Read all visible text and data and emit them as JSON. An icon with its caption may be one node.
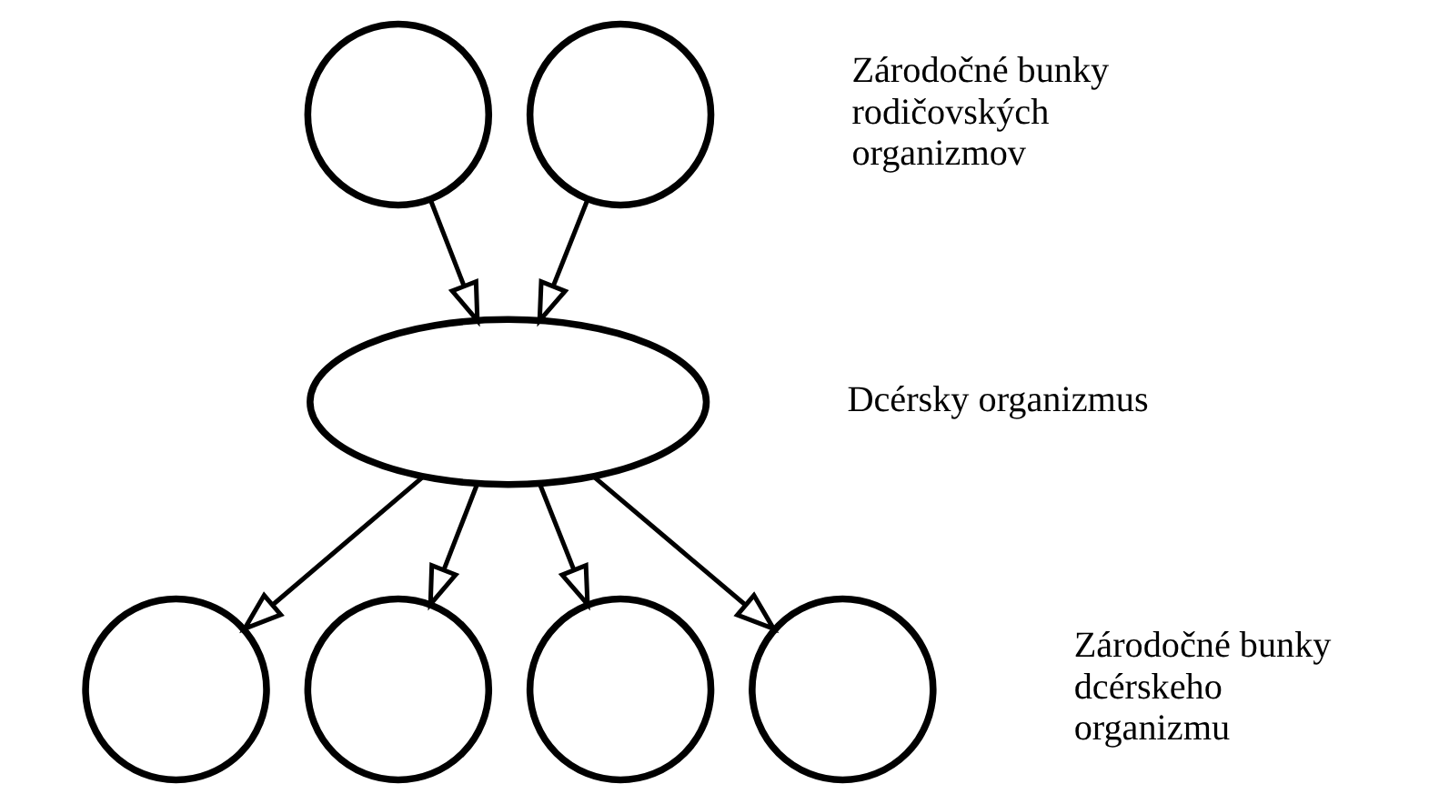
{
  "diagram": {
    "nodes": [
      {
        "text": [],
        "shape": "circle"
      },
      {
        "text": [],
        "shape": "circle"
      },
      {
        "text": [],
        "shape": "ellipse"
      },
      {
        "text": [],
        "shape": "circle"
      },
      {
        "text": [],
        "shape": "circle"
      },
      {
        "text": [],
        "shape": "circle"
      },
      {
        "text": [],
        "shape": "circle"
      }
    ],
    "edges": [
      {
        "from": 0,
        "to": 2,
        "arrow": "to"
      },
      {
        "from": 1,
        "to": 2,
        "arrow": "to"
      },
      {
        "from": 2,
        "to": 3,
        "arrow": "to"
      },
      {
        "from": 2,
        "to": 4,
        "arrow": "to"
      },
      {
        "from": 2,
        "to": 5,
        "arrow": "to"
      },
      {
        "from": 2,
        "to": 6,
        "arrow": "to"
      }
    ],
    "labels": [
      "Zárodočné bunky rodičovských organizmov",
      "Dcérsky organizmus",
      "Zárodočné bunky dcérskeho organizmu"
    ]
  }
}
